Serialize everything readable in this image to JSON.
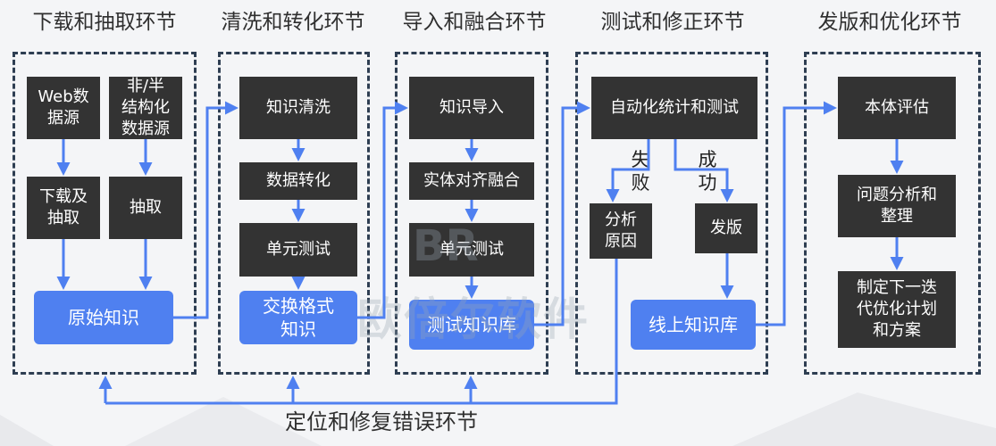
{
  "stages": [
    {
      "title": "下载和抽取环节"
    },
    {
      "title": "清洗和转化环节"
    },
    {
      "title": "导入和融合环节"
    },
    {
      "title": "测试和修正环节"
    },
    {
      "title": "发版和优化环节"
    }
  ],
  "nodes": {
    "web_source": [
      "Web数",
      "据源"
    ],
    "semi_source": [
      "非/半",
      "结构化",
      "数据源"
    ],
    "download_extract": [
      "下载及",
      "抽取"
    ],
    "extract": "抽取",
    "raw_knowledge": "原始知识",
    "cleaning": "知识清洗",
    "data_conversion": "数据转化",
    "unit_test_1": "单元测试",
    "exchange_format": [
      "交换格式",
      "知识"
    ],
    "import": "知识导入",
    "entity_alignment": "实体对齐融合",
    "unit_test_2": "单元测试",
    "test_kb": "测试知识库",
    "auto_test": "自动化统计和测试",
    "analyze_cause": [
      "分析",
      "原因"
    ],
    "release": "发版",
    "online_kb": "线上知识库",
    "ontology_eval": "本体评估",
    "problem_analysis": [
      "问题分析和",
      "整理"
    ],
    "next_plan": [
      "制定下一迭",
      "代优化计划",
      "和方案"
    ]
  },
  "branch_labels": {
    "fail": [
      "失",
      "败"
    ],
    "success": [
      "成",
      "功"
    ]
  },
  "bottom_label": "定位和修复错误环节",
  "watermark": {
    "logo": "BR",
    "text": "欧倍尔软件"
  },
  "colors": {
    "accent": "#4f80f0",
    "dark_node": "#333333",
    "dashed_border": "#2e3e52"
  }
}
